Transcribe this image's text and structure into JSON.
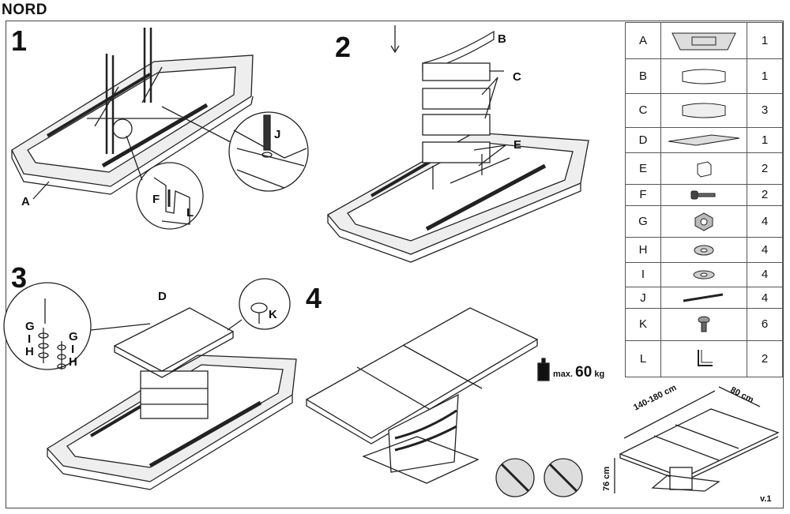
{
  "title": "NORD",
  "steps": [
    "1",
    "2",
    "3",
    "4"
  ],
  "labels": {
    "step1": {
      "a": "A",
      "f": "F",
      "l": "L",
      "j": "J"
    },
    "step2": {
      "b": "B",
      "c": "C",
      "e": "E"
    },
    "step3": {
      "d": "D",
      "g1": "G",
      "i1": "I",
      "h1": "H",
      "g2": "G",
      "i2": "I",
      "h2": "H",
      "k": "K"
    }
  },
  "parts": [
    {
      "letter": "A",
      "qty": "1",
      "icon": "table-frame-icon"
    },
    {
      "letter": "B",
      "qty": "1",
      "icon": "top-leg-block-icon"
    },
    {
      "letter": "C",
      "qty": "3",
      "icon": "leg-block-icon"
    },
    {
      "letter": "D",
      "qty": "1",
      "icon": "mounting-plate-icon"
    },
    {
      "letter": "E",
      "qty": "2",
      "icon": "spacer-block-icon"
    },
    {
      "letter": "F",
      "qty": "2",
      "icon": "bolt-icon"
    },
    {
      "letter": "G",
      "qty": "4",
      "icon": "nut-icon"
    },
    {
      "letter": "H",
      "qty": "4",
      "icon": "washer-icon"
    },
    {
      "letter": "I",
      "qty": "4",
      "icon": "spring-washer-icon"
    },
    {
      "letter": "J",
      "qty": "4",
      "icon": "long-bolt-icon"
    },
    {
      "letter": "K",
      "qty": "6",
      "icon": "screw-icon"
    },
    {
      "letter": "L",
      "qty": "2",
      "icon": "bracket-icon"
    }
  ],
  "max_load": {
    "prefix": "max.",
    "value": "60",
    "unit": "kg"
  },
  "dimensions": {
    "length": "140-180 cm",
    "width": "80 cm",
    "height": "76 cm"
  },
  "version": "v.1"
}
